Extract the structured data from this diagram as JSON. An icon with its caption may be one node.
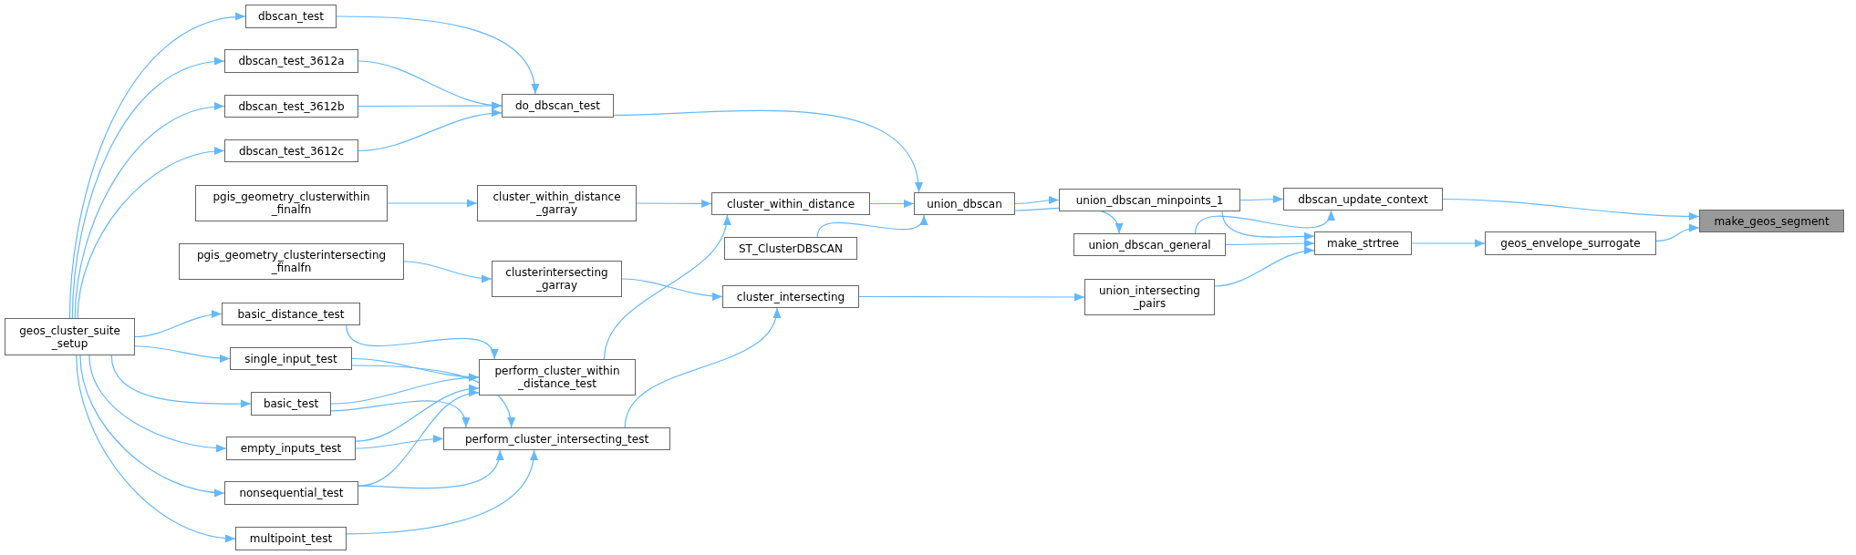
{
  "diagram": {
    "nodes": [
      {
        "text": [
          "geos_cluster_suite _setup"
        ]
      },
      {
        "text": [
          "dbscan_test"
        ]
      },
      {
        "text": [
          "dbscan_test_3612a"
        ]
      },
      {
        "text": [
          "dbscan_test_3612b"
        ]
      },
      {
        "text": [
          "dbscan_test_3612c"
        ]
      },
      {
        "text": [
          "pgis_geometry_clusterwithin _finalfn"
        ]
      },
      {
        "text": [
          "pgis_geometry_clusterintersecting _finalfn"
        ]
      },
      {
        "text": [
          "basic_distance_test"
        ]
      },
      {
        "text": [
          "single_input_test"
        ]
      },
      {
        "text": [
          "basic_test"
        ]
      },
      {
        "text": [
          "empty_inputs_test"
        ]
      },
      {
        "text": [
          "nonsequential_test"
        ]
      },
      {
        "text": [
          "multipoint_test"
        ]
      },
      {
        "text": [
          "do_dbscan_test"
        ]
      },
      {
        "text": [
          "cluster_within_distance _garray"
        ]
      },
      {
        "text": [
          "clusterintersecting _garray"
        ]
      },
      {
        "text": [
          "perform_cluster_within _distance_test"
        ]
      },
      {
        "text": [
          "perform_cluster_intersecting_test"
        ]
      },
      {
        "text": [
          "cluster_within_distance"
        ]
      },
      {
        "text": [
          "ST_ClusterDBSCAN"
        ]
      },
      {
        "text": [
          "cluster_intersecting"
        ]
      },
      {
        "text": [
          "union_dbscan"
        ]
      },
      {
        "text": [
          "union_dbscan_minpoints_1"
        ]
      },
      {
        "text": [
          "union_dbscan_general"
        ]
      },
      {
        "text": [
          "union_intersecting _pairs"
        ]
      },
      {
        "text": [
          "dbscan_update_context"
        ]
      },
      {
        "text": [
          "make_strtree"
        ]
      },
      {
        "text": [
          "geos_envelope_surrogate"
        ]
      },
      {
        "text": [
          "make_geos_segment"
        ]
      }
    ],
    "edges": [
      {
        "from": 0,
        "to": 1,
        "arrow": "to"
      },
      {
        "from": 0,
        "to": 2,
        "arrow": "to"
      },
      {
        "from": 0,
        "to": 3,
        "arrow": "to"
      },
      {
        "from": 0,
        "to": 4,
        "arrow": "to"
      },
      {
        "from": 0,
        "to": 7,
        "arrow": "to"
      },
      {
        "from": 0,
        "to": 8,
        "arrow": "to"
      },
      {
        "from": 0,
        "to": 9,
        "arrow": "to"
      },
      {
        "from": 0,
        "to": 10,
        "arrow": "to"
      },
      {
        "from": 0,
        "to": 11,
        "arrow": "to"
      },
      {
        "from": 0,
        "to": 12,
        "arrow": "to"
      },
      {
        "from": 1,
        "to": 13,
        "arrow": "to"
      },
      {
        "from": 2,
        "to": 13,
        "arrow": "to"
      },
      {
        "from": 3,
        "to": 13,
        "arrow": "to"
      },
      {
        "from": 4,
        "to": 13,
        "arrow": "to"
      },
      {
        "from": 13,
        "to": 21,
        "arrow": "to"
      },
      {
        "from": 5,
        "to": 14,
        "arrow": "to"
      },
      {
        "from": 6,
        "to": 15,
        "arrow": "to"
      },
      {
        "from": 7,
        "to": 16,
        "arrow": "to"
      },
      {
        "from": 8,
        "to": 16,
        "arrow": "to"
      },
      {
        "from": 8,
        "to": 17,
        "arrow": "to"
      },
      {
        "from": 9,
        "to": 16,
        "arrow": "to"
      },
      {
        "from": 9,
        "to": 17,
        "arrow": "to"
      },
      {
        "from": 10,
        "to": 16,
        "arrow": "to"
      },
      {
        "from": 10,
        "to": 17,
        "arrow": "to"
      },
      {
        "from": 11,
        "to": 16,
        "arrow": "to"
      },
      {
        "from": 11,
        "to": 17,
        "arrow": "to"
      },
      {
        "from": 12,
        "to": 17,
        "arrow": "to"
      },
      {
        "from": 14,
        "to": 18,
        "arrow": "to"
      },
      {
        "from": 15,
        "to": 20,
        "arrow": "to"
      },
      {
        "from": 16,
        "to": 18,
        "arrow": "to"
      },
      {
        "from": 17,
        "to": 20,
        "arrow": "to"
      },
      {
        "from": 18,
        "to": 21,
        "arrow": "to"
      },
      {
        "from": 19,
        "to": 21,
        "arrow": "to"
      },
      {
        "from": 21,
        "to": 22,
        "arrow": "to"
      },
      {
        "from": 21,
        "to": 23,
        "arrow": "to"
      },
      {
        "from": 20,
        "to": 24,
        "arrow": "to"
      },
      {
        "from": 22,
        "to": 25,
        "arrow": "to"
      },
      {
        "from": 22,
        "to": 26,
        "arrow": "to"
      },
      {
        "from": 23,
        "to": 25,
        "arrow": "to"
      },
      {
        "from": 23,
        "to": 26,
        "arrow": "to"
      },
      {
        "from": 24,
        "to": 26,
        "arrow": "to"
      },
      {
        "from": 26,
        "to": 27,
        "arrow": "to"
      },
      {
        "from": 25,
        "to": 28,
        "arrow": "to"
      },
      {
        "from": 27,
        "to": 28,
        "arrow": "to"
      }
    ]
  }
}
